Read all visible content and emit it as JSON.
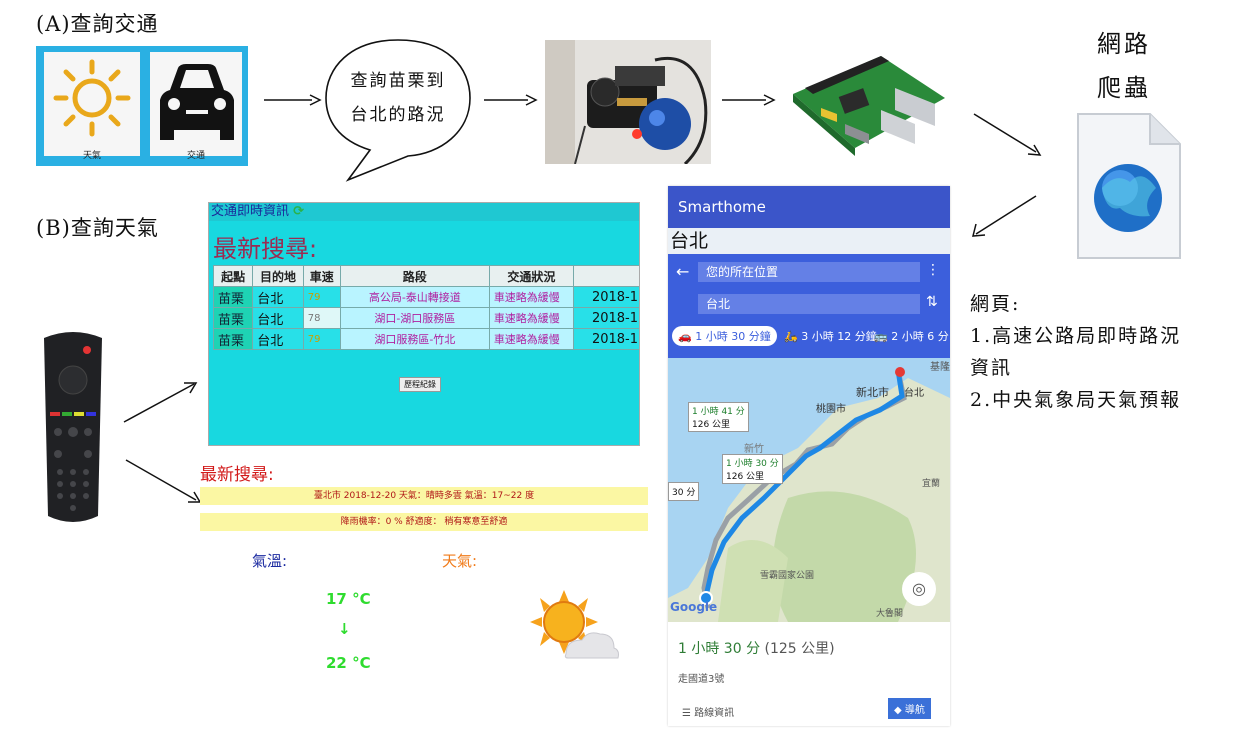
{
  "panel_a": {
    "label": "(A)查詢交通",
    "weather_caption": "天氣",
    "traffic_caption": "交通"
  },
  "speech": {
    "line1": "查詢苗栗到",
    "line2": "台北的路況"
  },
  "panel_b": {
    "label": "(B)查詢天氣"
  },
  "crawler": {
    "line1": "網路",
    "line2": "爬蟲"
  },
  "webpages": {
    "heading": "網頁:",
    "item1a": "1.高速公路局即時路況",
    "item1b": "資訊",
    "item2": "2.中央氣象局天氣預報"
  },
  "traffic_screen": {
    "header": "交通即時資訊",
    "title": "最新搜尋:",
    "columns": [
      "起點",
      "目的地",
      "車速",
      "路段",
      "交通狀況",
      ""
    ],
    "rows": [
      [
        "苗栗",
        "台北",
        "79",
        "高公局-泰山轉接道",
        "車速略為緩慢",
        "2018-1"
      ],
      [
        "苗栗",
        "台北",
        "78",
        "湖口-湖口服務區",
        "車速略為緩慢",
        "2018-1"
      ],
      [
        "苗栗",
        "台北",
        "79",
        "湖口服務區-竹北",
        "車速略為緩慢",
        "2018-1"
      ]
    ],
    "history_button": "歷程紀錄"
  },
  "weather": {
    "title": "最新搜尋:",
    "band1": "臺北市 2018-12-20 天氣：晴時多雲 氣溫：17~22 度",
    "band2": "降雨機率：0 % 舒適度： 稍有寒意至舒適",
    "temp_label": "氣溫:",
    "sky_label": "天氣:",
    "temp_low": "17 °C",
    "arrow": "↓",
    "temp_high": "22 °C"
  },
  "phone": {
    "app_title": "Smarthome",
    "city": "台北",
    "from": "您的所在位置",
    "to": "台北",
    "chips": [
      "1 小時 30 分鐘",
      "3 小時 12 分鐘",
      "2 小時 6 分"
    ],
    "map_labels": {
      "keelung": "基隆",
      "taipei": "台北",
      "newtaipei": "新北市",
      "taoyuan": "桃園市",
      "hsinchu": "新竹",
      "yilan": "宜蘭",
      "park": "雪霸國家公園",
      "dalu": "大魯閣",
      "google": "Google",
      "left": "30 分"
    },
    "route1": {
      "time": "1 小時 41 分",
      "dist": "126 公里"
    },
    "route2": {
      "time": "1 小時 30 分",
      "dist": "126 公里"
    },
    "summary_time": "1 小時 30 分",
    "summary_dist": "(125 公里)",
    "via": "走國道3號",
    "route_info": "路線資訊",
    "nav": "導航"
  }
}
